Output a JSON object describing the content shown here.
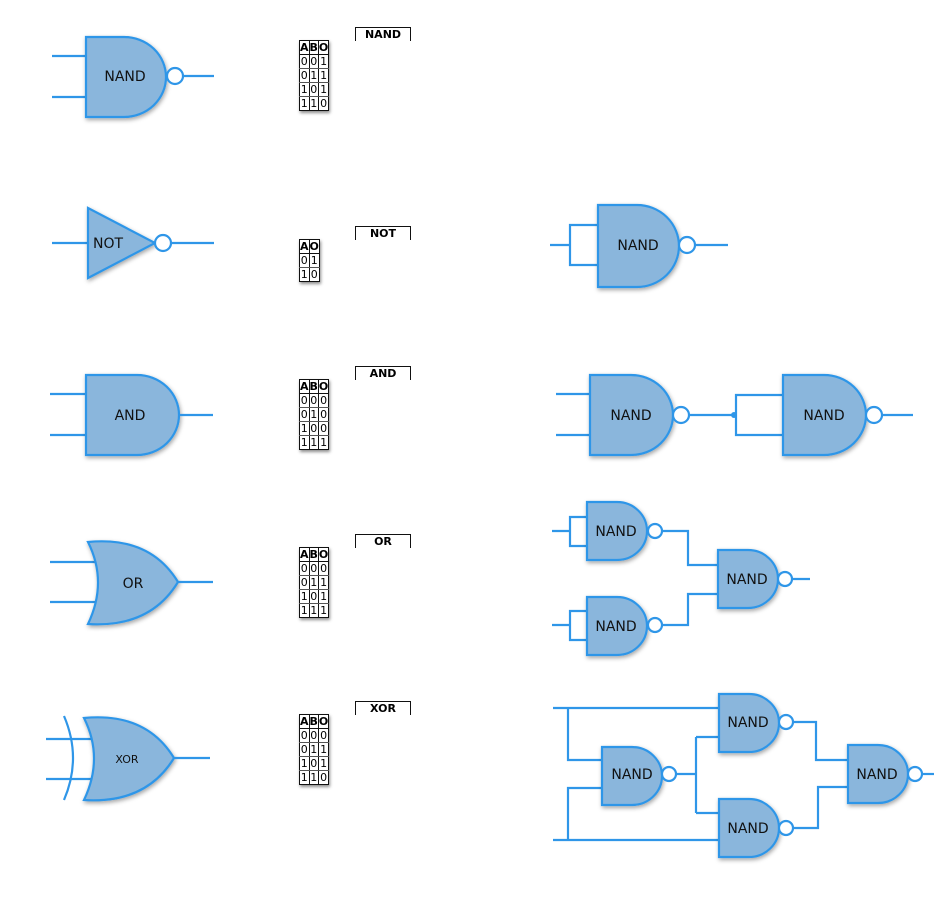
{
  "colors": {
    "gate_fill": "#8ab6dc",
    "gate_stroke": "#2f96e8",
    "wire": "#2f96e8"
  },
  "gates": {
    "nand": "NAND",
    "not": "NOT",
    "and": "AND",
    "or": "OR",
    "xor": "XOR"
  },
  "tables": {
    "nand": {
      "title": "NAND",
      "headers": [
        "A",
        "B",
        "O"
      ],
      "rows": [
        [
          "0",
          "0",
          "1"
        ],
        [
          "0",
          "1",
          "1"
        ],
        [
          "1",
          "0",
          "1"
        ],
        [
          "1",
          "1",
          "0"
        ]
      ]
    },
    "not": {
      "title": "NOT",
      "headers": [
        "A",
        "O"
      ],
      "rows": [
        [
          "0",
          "1"
        ],
        [
          "1",
          "0"
        ]
      ]
    },
    "and": {
      "title": "AND",
      "headers": [
        "A",
        "B",
        "O"
      ],
      "rows": [
        [
          "0",
          "0",
          "0"
        ],
        [
          "0",
          "1",
          "0"
        ],
        [
          "1",
          "0",
          "0"
        ],
        [
          "1",
          "1",
          "1"
        ]
      ]
    },
    "or": {
      "title": "OR",
      "headers": [
        "A",
        "B",
        "O"
      ],
      "rows": [
        [
          "0",
          "0",
          "0"
        ],
        [
          "0",
          "1",
          "1"
        ],
        [
          "1",
          "0",
          "1"
        ],
        [
          "1",
          "1",
          "1"
        ]
      ]
    },
    "xor": {
      "title": "XOR",
      "headers": [
        "A",
        "B",
        "O"
      ],
      "rows": [
        [
          "0",
          "0",
          "0"
        ],
        [
          "0",
          "1",
          "1"
        ],
        [
          "1",
          "0",
          "1"
        ],
        [
          "1",
          "1",
          "0"
        ]
      ]
    }
  },
  "nand_label": "NAND"
}
